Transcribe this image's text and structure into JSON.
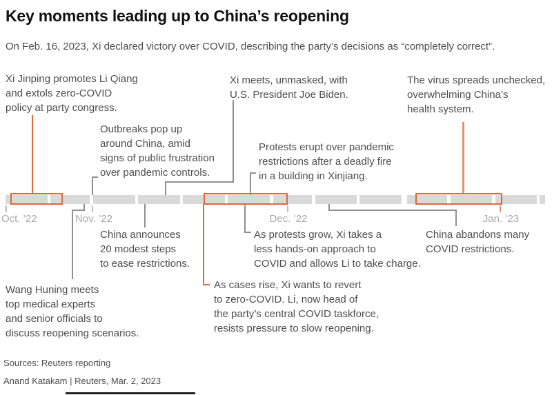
{
  "header": {
    "title": "Key moments leading up to China’s reopening",
    "subtitle": "On Feb. 16, 2023, Xi declared victory over COVID, describing the party’s decisions as “completely correct”."
  },
  "timeline": {
    "type": "timeline",
    "months": [
      "Oct. ’22",
      "Nov. ’22",
      "Dec. ’22",
      "Jan. ’23"
    ],
    "bar_color": "#d9d9d9",
    "highlight_color": "#dc6a3d",
    "highlighted_periods": [
      "mid-to-late October",
      "late November to early December",
      "late December to early January"
    ]
  },
  "events": {
    "xi_promotes": "Xi Jinping promotes Li Qiang\nand extols zero-COVID\npolicy at party congress.",
    "outbreaks": "Outbreaks pop up\naround China, amid\nsigns of public frustration\nover pandemic controls.",
    "xi_biden": "Xi meets, unmasked, with\nU.S. President Joe Biden.",
    "protests": "Protests erupt over pandemic\nrestrictions after a deadly fire\nin a building in Xinjiang.",
    "virus_spreads": "The virus spreads unchecked,\noverwhelming China’s\nhealth system.",
    "wang_huning": "Wang Huning meets\ntop medical experts\nand senior officials to\ndiscuss reopening scenarios.",
    "china_announces": "China announces\n20 modest steps\nto ease restrictions.",
    "as_cases_rise": "As cases rise, Xi wants to revert\nto zero-COVID. Li, now head of\nthe party’s central COVID taskforce,\nresists pressure to slow reopening.",
    "as_protests_grow": "As protests grow, Xi takes a\nless hands-on approach to\nCOVID and allows Li to take charge.",
    "china_abandons": "China abandons many\nCOVID restrictions."
  },
  "footer": {
    "sources": "Sources: Reuters reporting",
    "byline": "Anand Katakam  |  Reuters, Mar. 2, 2023"
  },
  "colors": {
    "accent_orange": "#dc6a3d",
    "accent_tan": "#de9373",
    "bar_gray": "#d9d9d9",
    "leader_gray": "#8f8f8f",
    "text_gray": "#4d4d4d",
    "month_gray": "#a8a8a8",
    "title_black": "#111111"
  }
}
